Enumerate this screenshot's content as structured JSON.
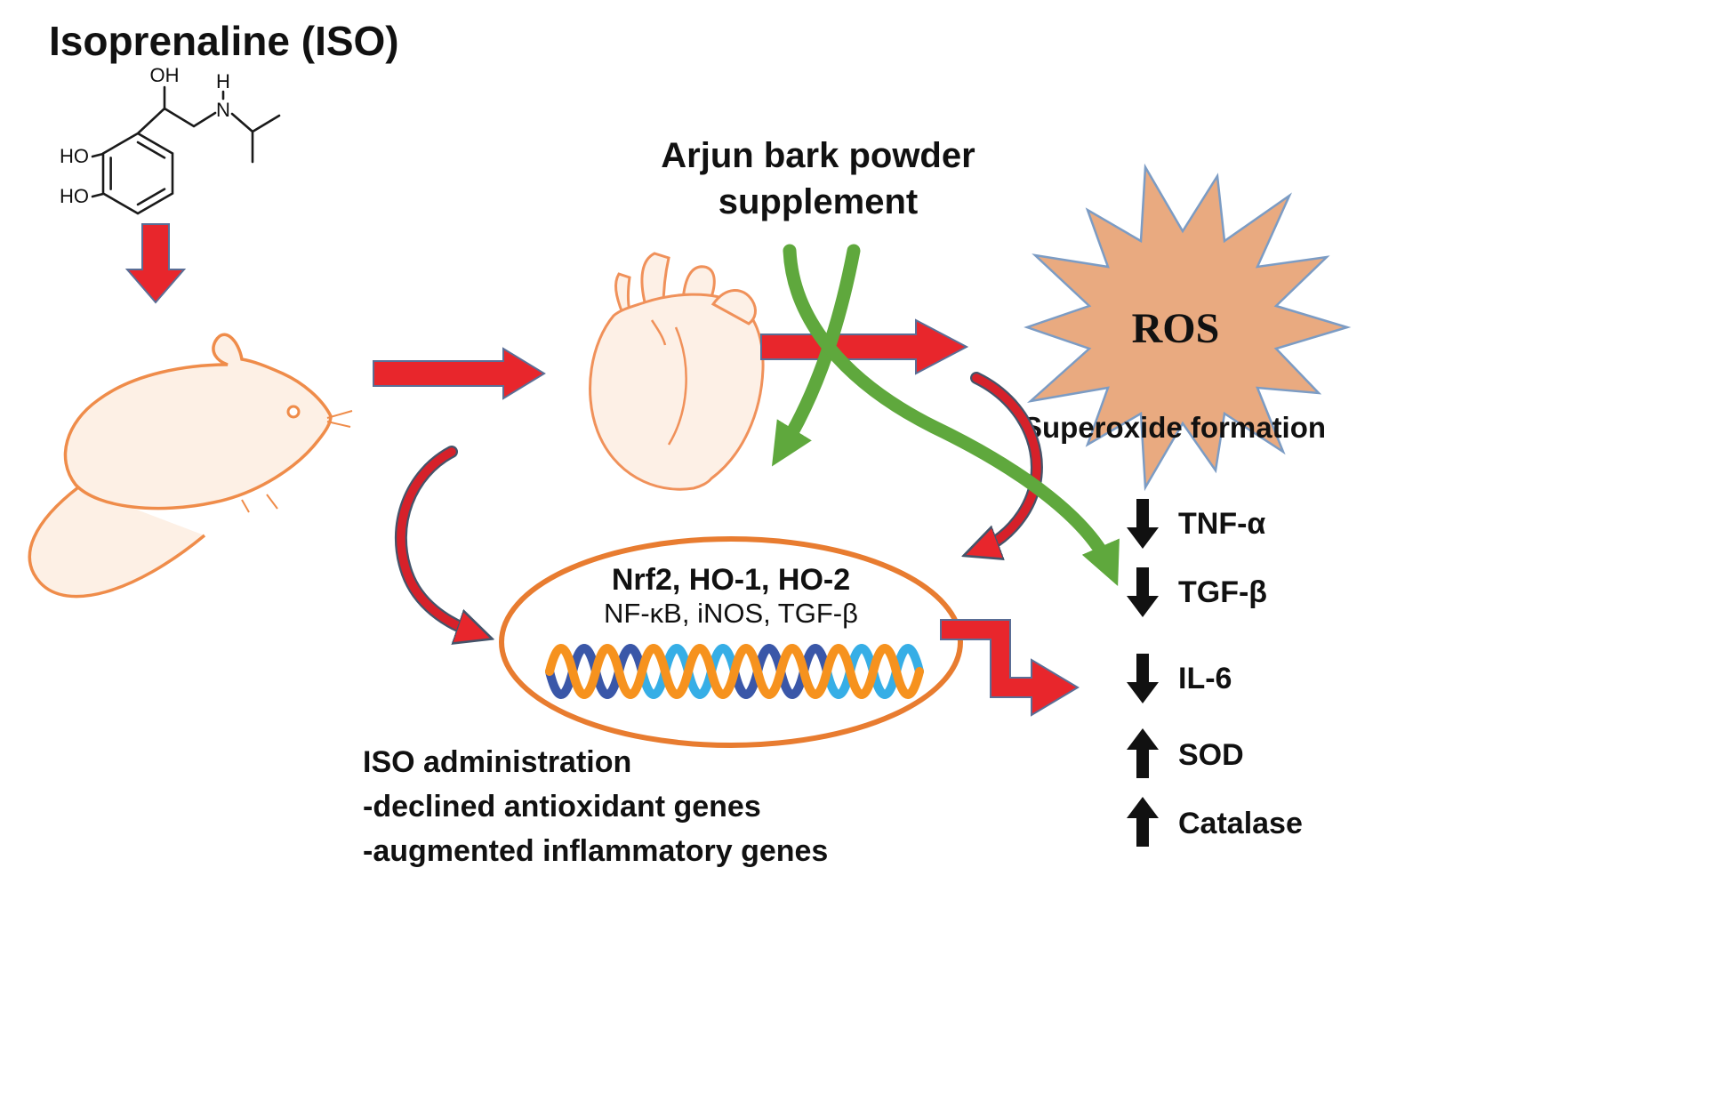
{
  "title": "Isoprenaline (ISO)",
  "molecule": {
    "ho_top": "HO",
    "ho_bottom": "HO",
    "oh": "OH",
    "h": "H",
    "n": "N"
  },
  "supplement": {
    "line1": "Arjun bark powder",
    "line2": "supplement"
  },
  "ros": {
    "label": "ROS",
    "caption": "Superoxide formation"
  },
  "nucleus": {
    "genes_line1": "Nrf2, HO-1, HO-2",
    "genes_line2": "NF-κB, iNOS, TGF-β"
  },
  "markers": [
    {
      "direction": "down",
      "label": "TNF-α"
    },
    {
      "direction": "down",
      "label": "TGF-β"
    },
    {
      "direction": "down",
      "label": "IL-6"
    },
    {
      "direction": "up",
      "label": "SOD"
    },
    {
      "direction": "up",
      "label": "Catalase"
    }
  ],
  "footnote": {
    "line1": "ISO administration",
    "line2": "-declined antioxidant genes",
    "line3": "-augmented inflammatory genes"
  },
  "colors": {
    "arrow_red": "#e8262c",
    "arrow_green": "#5fa83d",
    "outline_orange": "#e87c30",
    "ros_fill": "#e9aa80",
    "ros_border": "#7c9cc4",
    "dna_orange": "#f6921e",
    "dna_blue": "#3a57a8",
    "dna_cyan": "#36aee6",
    "text_black": "#111111"
  }
}
